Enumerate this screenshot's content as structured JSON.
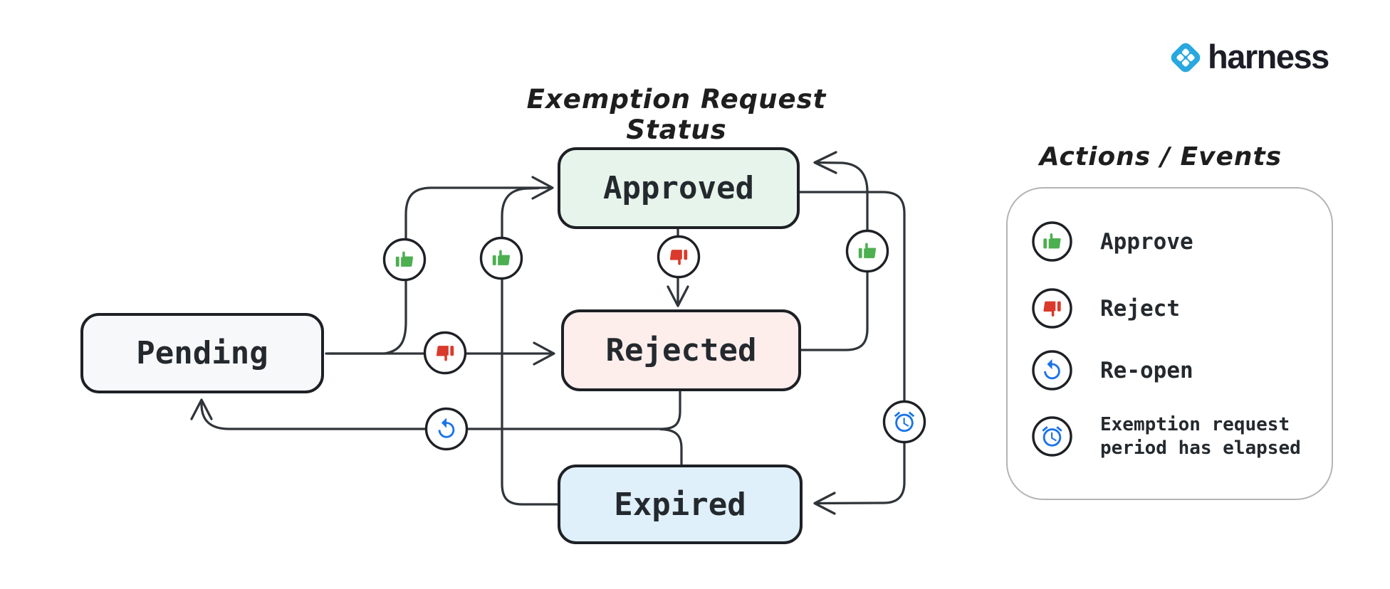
{
  "brand": {
    "name": "harness",
    "logo_color": "#29a8e0"
  },
  "diagram": {
    "title": "Exemption Request Status",
    "states": [
      {
        "id": "pending",
        "label": "Pending",
        "fill": "#f7f8fa"
      },
      {
        "id": "approved",
        "label": "Approved",
        "fill": "#e7f4eb"
      },
      {
        "id": "rejected",
        "label": "Rejected",
        "fill": "#fdeeec"
      },
      {
        "id": "expired",
        "label": "Expired",
        "fill": "#dff0fb"
      }
    ],
    "transitions": [
      {
        "from": "Pending",
        "to": "Approved",
        "action": "Approve"
      },
      {
        "from": "Pending",
        "to": "Rejected",
        "action": "Reject"
      },
      {
        "from": "Approved",
        "to": "Rejected",
        "action": "Reject"
      },
      {
        "from": "Rejected",
        "to": "Approved",
        "action": "Approve"
      },
      {
        "from": "Expired",
        "to": "Approved",
        "action": "Approve"
      },
      {
        "from": "Approved",
        "to": "Expired",
        "action": "Exemption request period has elapsed"
      },
      {
        "from": "Rejected",
        "to": "Pending",
        "action": "Re-open"
      },
      {
        "from": "Expired",
        "to": "Pending",
        "action": "Re-open"
      }
    ]
  },
  "legend": {
    "title": "Actions / Events",
    "items": [
      {
        "icon": "thumbs-up-icon",
        "label": "Approve",
        "color": "#4caf50"
      },
      {
        "icon": "thumbs-down-icon",
        "label": "Reject",
        "color": "#d93a2b"
      },
      {
        "icon": "reopen-icon",
        "label": "Re-open",
        "color": "#1a73e8"
      },
      {
        "icon": "alarm-clock-icon",
        "label": "Exemption request",
        "label2": "period has elapsed",
        "color": "#1a73e8"
      }
    ]
  }
}
